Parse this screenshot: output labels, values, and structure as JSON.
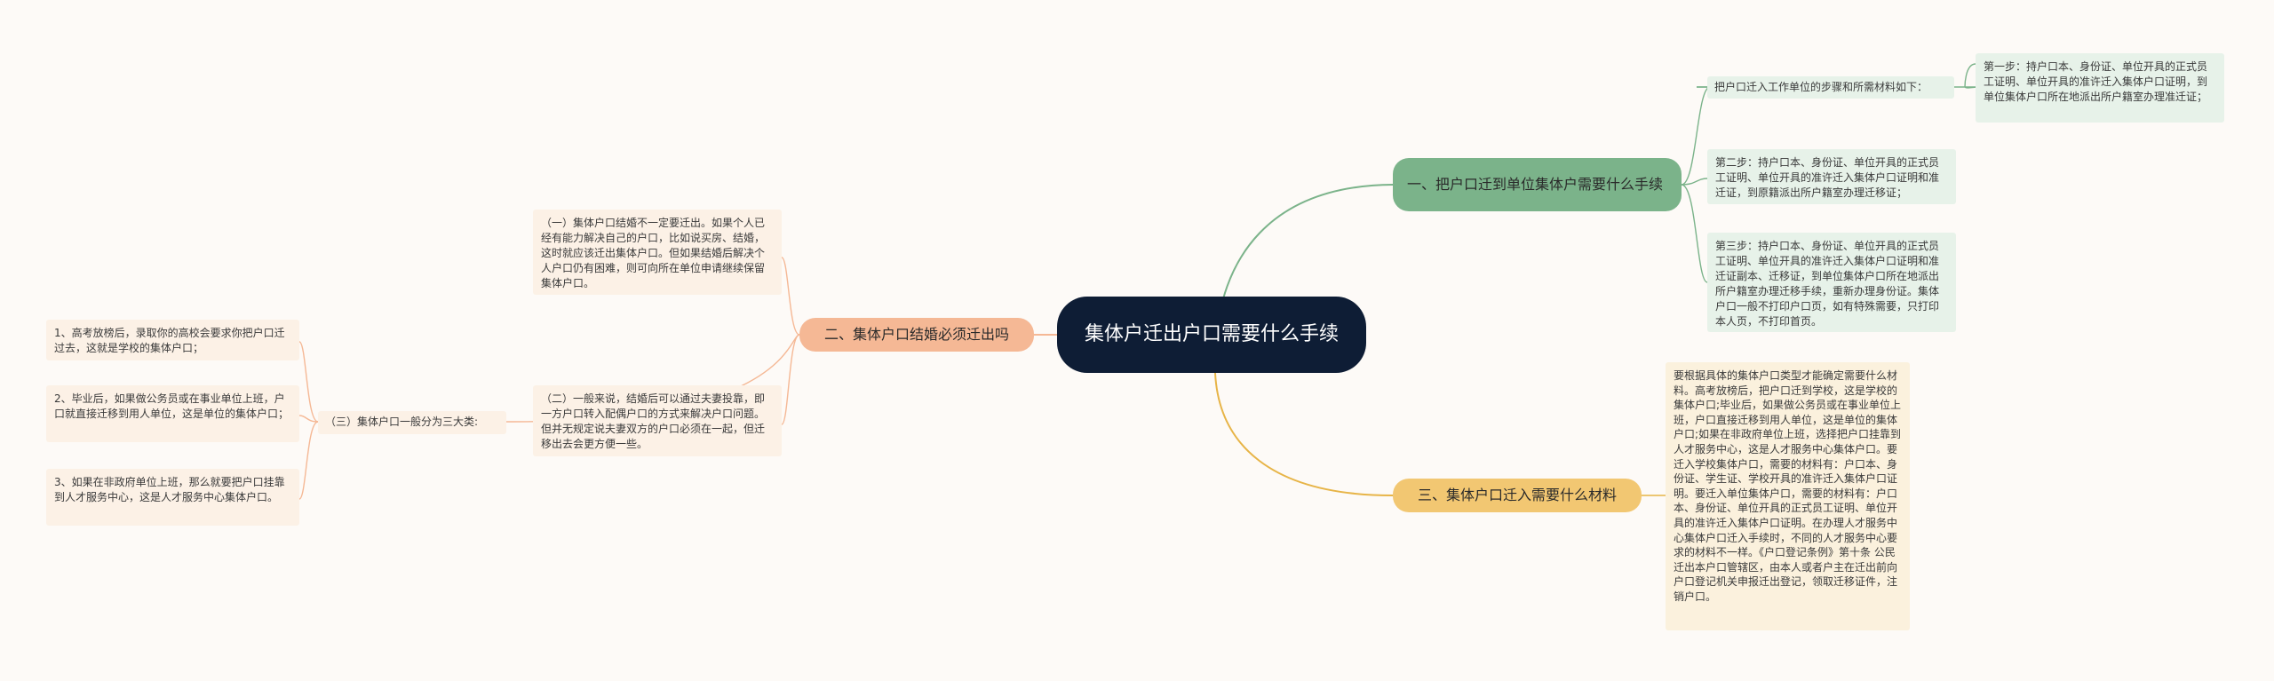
{
  "root": {
    "title": "集体户迁出户口需要什么手续"
  },
  "branches": {
    "b1": {
      "label": "一、把户口迁到单位集体户需要什么手续",
      "color": "#7bb38a"
    },
    "b2": {
      "label": "二、集体户口结婚必须迁出吗",
      "color": "#f5b895"
    },
    "b3": {
      "label": "三、集体户口迁入需要什么材料",
      "color": "#f2c772"
    }
  },
  "b1_children": {
    "steps_title": "把户口迁入工作单位的步骤和所需材料如下：",
    "step1": "第一步：持户口本、身份证、单位开具的正式员工证明、单位开具的准许迁入集体户口证明，到单位集体户口所在地派出所户籍室办理准迁证；",
    "step2": "第二步：持户口本、身份证、单位开具的正式员工证明、单位开具的准许迁入集体户口证明和准迁证，到原籍派出所户籍室办理迁移证；",
    "step3": "第三步：持户口本、身份证、单位开具的正式员工证明、单位开具的准许迁入集体户口证明和准迁证副本、迁移证，到单位集体户口所在地派出所户籍室办理迁移手续，重新办理身份证。集体户口一般不打印户口页，如有特殊需要，只打印本人页，不打印首页。"
  },
  "b2_children": {
    "item1": "（一）集体户口结婚不一定要迁出。如果个人已经有能力解决自己的户口，比如说买房、结婚，这时就应该迁出集体户口。但如果结婚后解决个人户口仍有困难，则可向所在单位申请继续保留集体户口。",
    "item2": "（二）一般来说，结婚后可以通过夫妻投靠，即一方户口转入配偶户口的方式来解决户口问题。但并无规定说夫妻双方的户口必须在一起，但迁移出去会更方便一些。",
    "item3": "（三）集体户口一般分为三大类:",
    "sub1": "1、高考放榜后，录取你的高校会要求你把户口迁过去，这就是学校的集体户口；",
    "sub2": "2、毕业后，如果做公务员或在事业单位上班，户口就直接迁移到用人单位，这是单位的集体户口；",
    "sub3": "3、如果在非政府单位上班，那么就要把户口挂靠到人才服务中心，这是人才服务中心集体户口。"
  },
  "b3_children": {
    "detail": "要根据具体的集体户口类型才能确定需要什么材料。高考放榜后，把户口迁到学校，这是学校的集体户口;毕业后，如果做公务员或在事业单位上班，户口直接迁移到用人单位，这是单位的集体户口;如果在非政府单位上班，选择把户口挂靠到人才服务中心，这是人才服务中心集体户口。要迁入学校集体户口，需要的材料有：户口本、身份证、学生证、学校开具的准许迁入集体户口证明。要迁入单位集体户口，需要的材料有：户口本、身份证、单位开具的正式员工证明、单位开具的准许迁入集体户口证明。在办理人才服务中心集体户口迁入手续时，不同的人才服务中心要求的材料不一样。《户口登记条例》第十条 公民迁出本户口管辖区，由本人或者户主在迁出前向户口登记机关申报迁出登记，领取迁移证件，注销户口。"
  }
}
